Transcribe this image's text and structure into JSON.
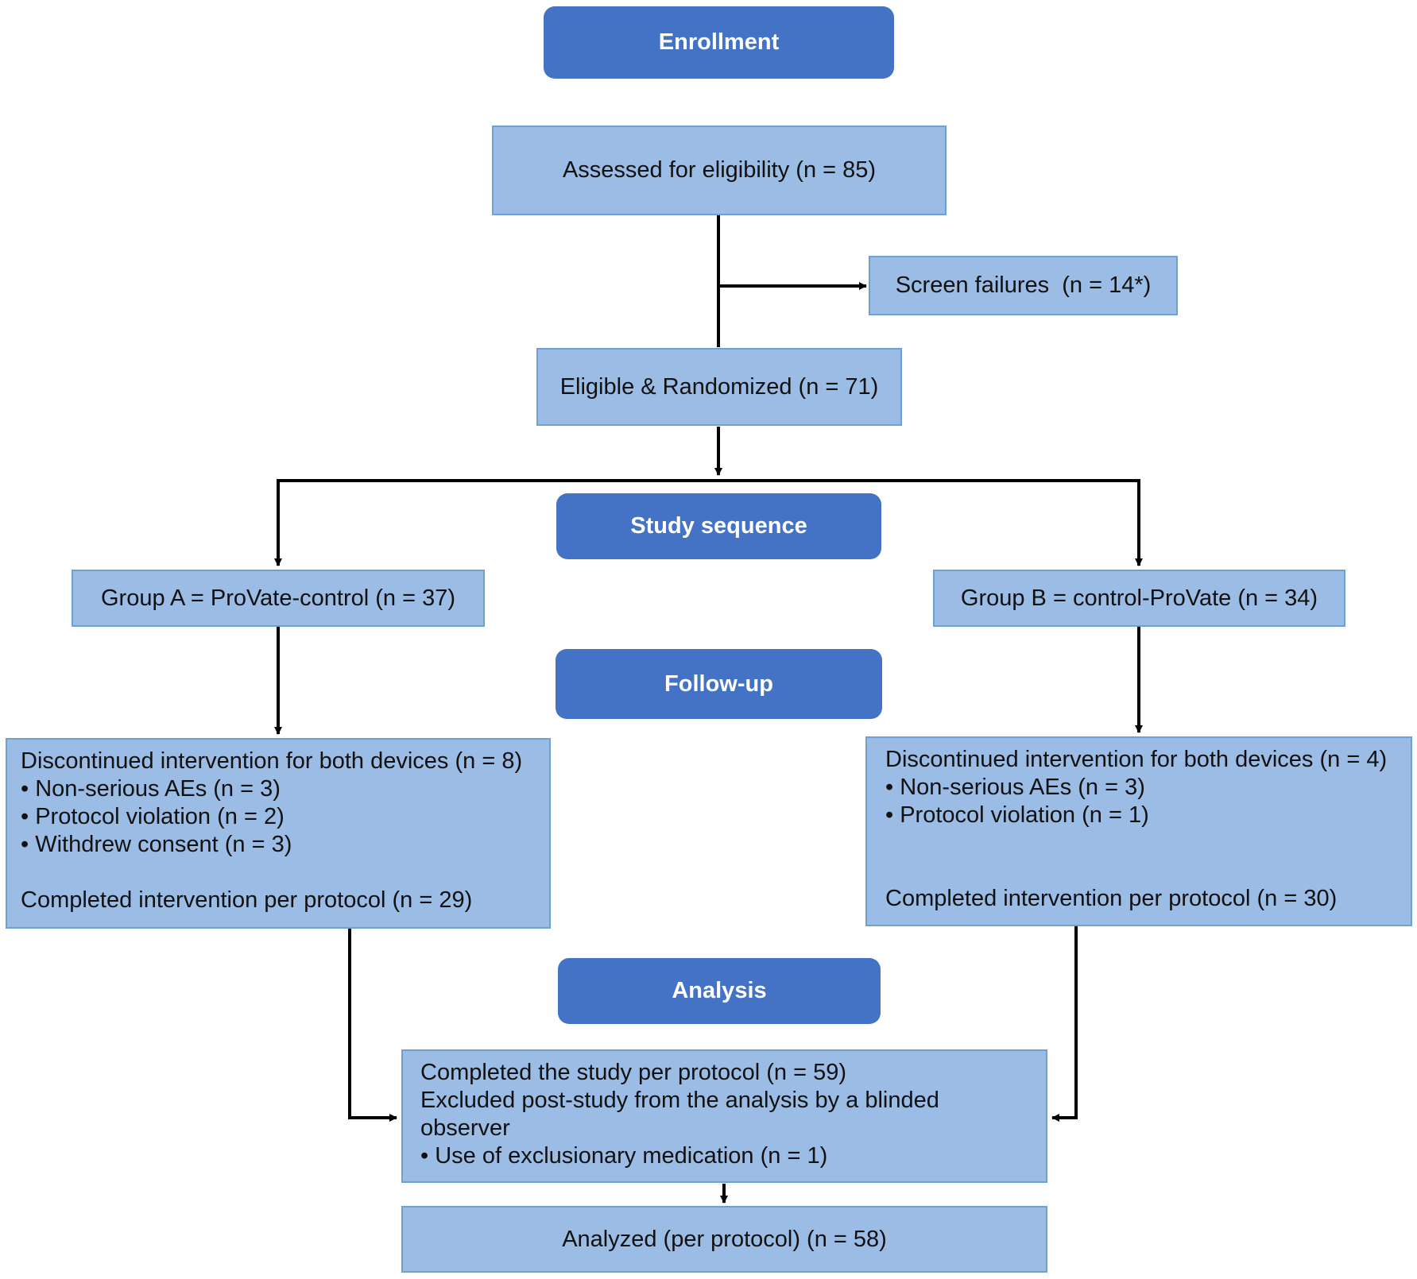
{
  "stages": {
    "enrollment": "Enrollment",
    "study_sequence": "Study sequence",
    "follow_up": "Follow-up",
    "analysis": "Analysis"
  },
  "boxes": {
    "assessed": "Assessed for eligibility (n = 85)",
    "screen_failures": "Screen failures  (n = 14*)",
    "randomized": "Eligible & Randomized (n = 71)",
    "group_a": "Group A = ProVate-control (n = 37)",
    "group_b": "Group B = control-ProVate (n = 34)",
    "group_a_followup": {
      "discontinued": "Discontinued intervention for both devices (n = 8)",
      "items": [
        "• Non-serious AEs (n = 3)",
        "• Protocol violation (n = 2)",
        "• Withdrew consent (n = 3)"
      ],
      "completed": "Completed intervention per protocol (n = 29)"
    },
    "group_b_followup": {
      "discontinued": "Discontinued intervention for both devices (n = 4)",
      "items": [
        "• Non-serious AEs (n = 3)",
        "• Protocol violation (n = 1)"
      ],
      "completed": "Completed intervention per protocol (n = 30)"
    },
    "completed_study": {
      "line1": "Completed the study per protocol (n = 59)",
      "line2": "Excluded post-study from the analysis by a blinded",
      "line3": "observer",
      "line4": "• Use of exclusionary medication (n = 1)"
    },
    "analyzed": "Analyzed (per protocol) (n = 58)"
  },
  "colors": {
    "box_fill": "#9BBCE5",
    "box_border": "#6F9FD8",
    "stage_fill": "#4472C4",
    "connector": "#000000"
  }
}
